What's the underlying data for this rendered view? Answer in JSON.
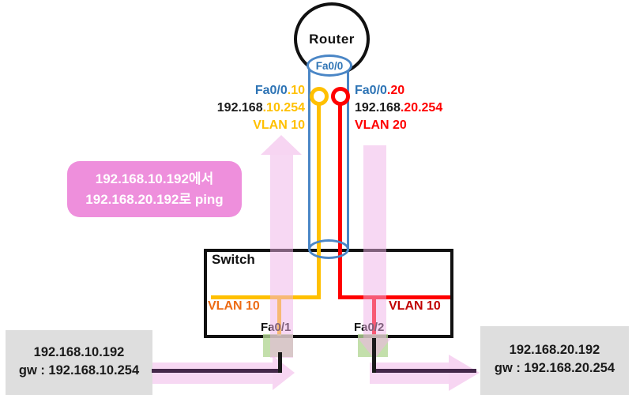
{
  "colors": {
    "interface_blue": "#2E74B5",
    "cylinder_blue": "#4A86C6",
    "vlan10_orange": "#FFC000",
    "vlan20_red": "#FF0000",
    "switch_vlan_left_orange": "#ED6B15",
    "switch_vlan_right_dark_red": "#C00000",
    "callout_pink": "#EE8FDC",
    "ping_path_pink": "#F0B2E8",
    "cable_purple": "#44284A",
    "port_green": "#B4D796",
    "host_box_gray": "#DEDEDE"
  },
  "router": {
    "label": "Router",
    "trunk_interface": "Fa0/0"
  },
  "subinterfaces": {
    "vlan10": {
      "name_prefix": "Fa0/0",
      "name_suffix": ".10",
      "ip_prefix": "192.168",
      "ip_suffix": ".10.254",
      "vlan_label": "VLAN 10"
    },
    "vlan20": {
      "name_prefix": "Fa0/0",
      "name_suffix": ".20",
      "ip_prefix": "192.168",
      "ip_suffix": ".20.254",
      "vlan_label": "VLAN 20"
    }
  },
  "callout": {
    "line1": "192.168.10.192에서",
    "line2": "192.168.20.192로 ping"
  },
  "switch": {
    "label": "Switch",
    "left_vlan_label": "VLAN 10",
    "right_vlan_label": "VLAN 10",
    "left_port": "Fa0/1",
    "right_port": "Fa0/2"
  },
  "hosts": {
    "left": {
      "ip": "192.168.10.192",
      "gateway": "gw : 192.168.10.254"
    },
    "right": {
      "ip": "192.168.20.192",
      "gateway": "gw : 192.168.20.254"
    }
  }
}
